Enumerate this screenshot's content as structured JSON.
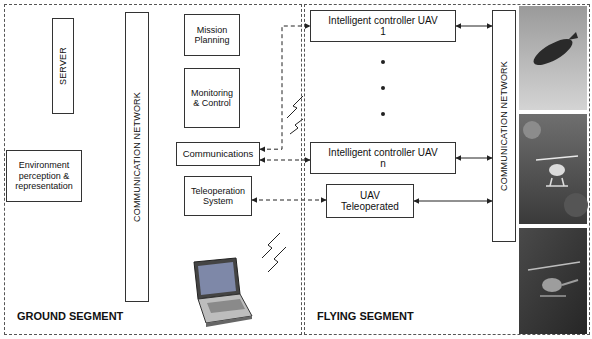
{
  "diagram": {
    "nodes": [
      {
        "text": [
          "GROUND SEGMENT"
        ]
      },
      {
        "text": [
          "SERVER"
        ],
        "in": 0
      },
      {
        "text": [
          "Environment perception & representation"
        ],
        "in": 0
      },
      {
        "text": [
          "COMMUNICATION NETWORK"
        ],
        "in": 0
      },
      {
        "text": [
          "Mission Planning"
        ],
        "in": 0
      },
      {
        "text": [
          "Monitoring & Control"
        ],
        "in": 0
      },
      {
        "text": [
          "Communications"
        ],
        "in": 0
      },
      {
        "text": [
          "Teleoperation System"
        ],
        "in": 0
      },
      {
        "text": [
          "FLYING SEGMENT"
        ]
      },
      {
        "text": [
          "Intelligent controller UAV 1"
        ],
        "in": 8
      },
      {
        "text": [
          "Intelligent controller UAV n"
        ],
        "in": 8
      },
      {
        "text": [
          "UAV Teleoperated"
        ],
        "in": 8
      },
      {
        "text": [
          "COMMUNICATION NETWORK"
        ],
        "in": 8
      }
    ],
    "edges": [
      {
        "from": 6,
        "to": 9,
        "arrow": "both"
      },
      {
        "from": 6,
        "to": 10,
        "arrow": "both"
      },
      {
        "from": 7,
        "to": 11,
        "arrow": "both"
      },
      {
        "from": 9,
        "to": 12,
        "arrow": "both"
      },
      {
        "from": 10,
        "to": 12,
        "arrow": "both"
      },
      {
        "from": 11,
        "to": 12,
        "arrow": "both"
      }
    ]
  }
}
